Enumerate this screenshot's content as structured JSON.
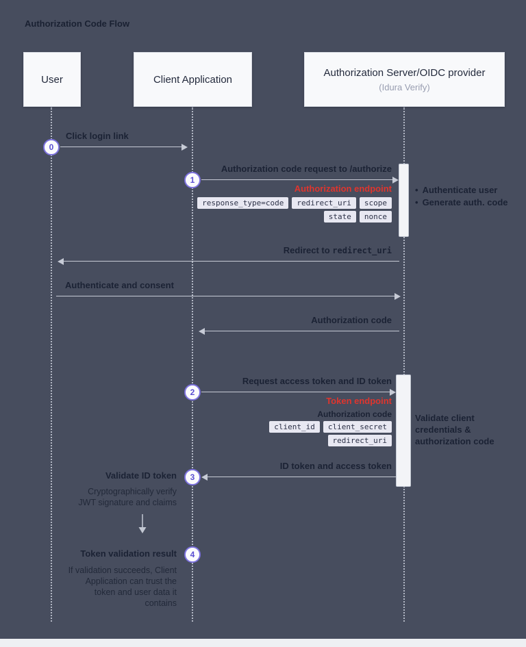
{
  "title": "Authorization Code Flow",
  "actors": {
    "user": {
      "label": "User"
    },
    "client": {
      "label": "Client Application"
    },
    "server": {
      "label": "Authorization Server/OIDC provider",
      "sublabel": "(Idura Verify)"
    }
  },
  "steps": {
    "s0": "0",
    "s1": "1",
    "s2": "2",
    "s3": "3",
    "s4": "4"
  },
  "m0": {
    "label": "Click login link"
  },
  "m1": {
    "label": "Authorization code request to /authorize",
    "endpoint": "Authorization endpoint",
    "chips1": [
      "response_type=code",
      "redirect_uri",
      "scope"
    ],
    "chips2": [
      "state",
      "nonce"
    ],
    "notes": [
      "Authenticate user",
      "Generate auth. code"
    ]
  },
  "m2": {
    "label_prefix": "Redirect to ",
    "label_mono": "redirect_uri"
  },
  "m3": {
    "label": "Authenticate and consent"
  },
  "m4": {
    "label": "Authorization code"
  },
  "m5": {
    "label": "Request access token and ID token",
    "endpoint": "Token endpoint",
    "param_label": "Authorization code",
    "chips1": [
      "client_id",
      "client_secret"
    ],
    "chips2": [
      "redirect_uri"
    ],
    "note": "Validate client\ncredentials &\nauthorization code"
  },
  "m6": {
    "label": "ID token and access token"
  },
  "validate": {
    "label": "Validate ID token",
    "description": "Cryptographically verify\nJWT signature and claims"
  },
  "result": {
    "label": "Token validation result",
    "description": "If validation succeeds, Client\nApplication can trust the\ntoken and user data it\ncontains"
  },
  "colors": {
    "background": "#474d5e",
    "endpoint_red": "#df352e",
    "step_purple": "#5a4ed2",
    "chip_bg": "#e8e8f2",
    "arrow_gray": "#c7cbd6"
  }
}
